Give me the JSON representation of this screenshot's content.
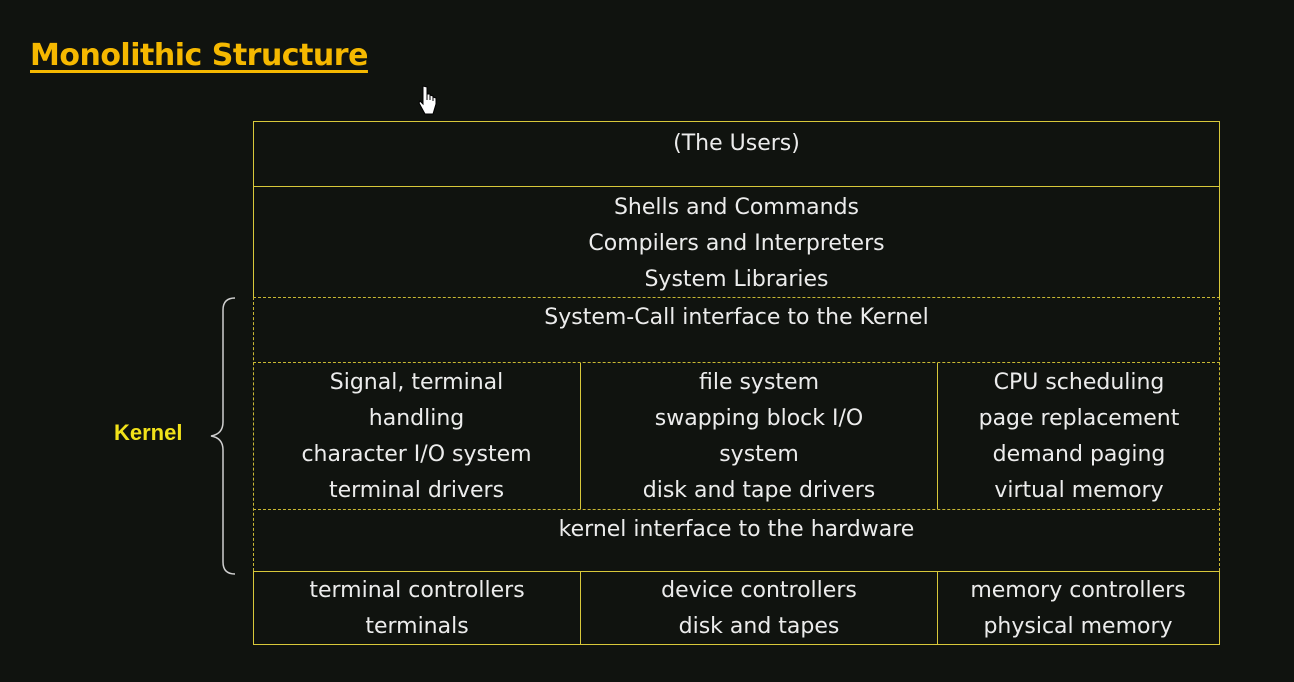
{
  "title": "Monolithic Structure",
  "kernel_label": "Kernel",
  "layers": {
    "users": [
      "(The Users)"
    ],
    "shells": [
      "Shells and Commands",
      "Compilers and Interpreters",
      "System Libraries"
    ],
    "syscall": [
      "System-Call interface to the Kernel"
    ],
    "kernel_cols": [
      [
        "Signal, terminal",
        "handling",
        "character I/O system",
        "terminal drivers"
      ],
      [
        "file system",
        "swapping block I/O",
        "system",
        "disk and tape drivers"
      ],
      [
        "CPU scheduling",
        "page replacement",
        "demand paging",
        "virtual memory"
      ]
    ],
    "hw_interface": [
      "kernel interface to the hardware"
    ],
    "controllers": [
      [
        "terminal controllers",
        "terminals"
      ],
      [
        "device controllers",
        "disk and tapes"
      ],
      [
        "memory controllers",
        "physical memory"
      ]
    ]
  },
  "colors": {
    "title": "#f5b800",
    "border": "#d8c83a",
    "kernel_label": "#f2e21a",
    "background": "#10130f"
  }
}
